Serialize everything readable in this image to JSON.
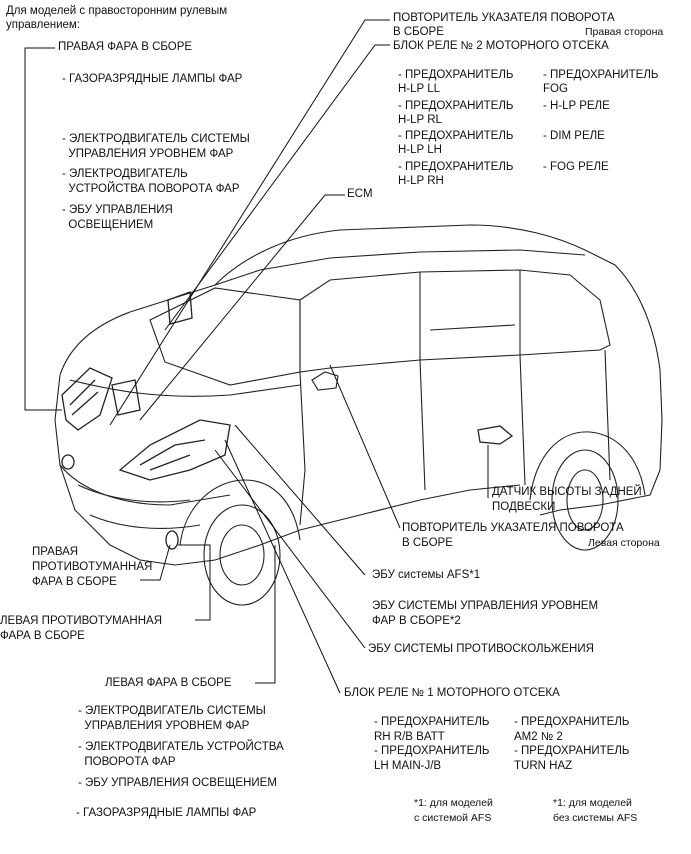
{
  "header": {
    "line1": "Для моделей с правосторонним рулевым",
    "line2": "управлением:"
  },
  "labels": {
    "right_headlamp": "ПРАВАЯ ФАРА В СБОРЕ",
    "right_discharge_lamps": "- ГАЗОРАЗРЯДНЫЕ ЛАМПЫ ФАР",
    "right_leveling_motor_1": "- ЭЛЕКТРОДВИГАТЕЛЬ СИСТЕМЫ",
    "right_leveling_motor_2": "  УПРАВЛЕНИЯ УРОВНЕМ ФАР",
    "right_swivel_motor_1": "- ЭЛЕКТРОДВИГАТЕЛЬ",
    "right_swivel_motor_2": "  УСТРОЙСТВА ПОВОРОТА ФАР",
    "right_lighting_ecu_1": "- ЭБУ УПРАВЛЕНИЯ",
    "right_lighting_ecu_2": "  ОСВЕЩЕНИЕМ",
    "turn_repeater_right_1": "ПОВТОРИТЕЛЬ УКАЗАТЕЛЯ ПОВОРОТА",
    "turn_repeater_right_2": "В СБОРЕ",
    "turn_repeater_right_side": "Правая сторона",
    "relay_block_2": "БЛОК РЕЛЕ № 2 МОТОРНОГО ОТСЕКА",
    "fuse_hlp_ll_1": "- ПРЕДОХРАНИТЕЛЬ",
    "fuse_hlp_ll_2": "H-LP LL",
    "fuse_fog_1": "- ПРЕДОХРАНИТЕЛЬ",
    "fuse_fog_2": "FOG",
    "fuse_hlp_rl_1": "- ПРЕДОХРАНИТЕЛЬ",
    "fuse_hlp_rl_2": "H-LP RL",
    "relay_hlp": "- H-LP РЕЛЕ",
    "fuse_hlp_lh_1": "- ПРЕДОХРАНИТЕЛЬ",
    "fuse_hlp_lh_2": "H-LP LH",
    "relay_dim": "- DIM РЕЛЕ",
    "fuse_hlp_rh_1": "- ПРЕДОХРАНИТЕЛЬ",
    "fuse_hlp_rh_2": "H-LP RH",
    "relay_fog": "- FOG РЕЛЕ",
    "ecm": "ECM",
    "rear_height_sensor_1": "ДАТЧИК ВЫСОТЫ ЗАДНЕЙ",
    "rear_height_sensor_2": "ПОДВЕСКИ",
    "turn_repeater_left_1": "ПОВТОРИТЕЛЬ УКАЗАТЕЛЯ ПОВОРОТА",
    "turn_repeater_left_2": "В СБОРЕ",
    "turn_repeater_left_side": "Левая сторона",
    "right_fog_1": "ПРАВАЯ",
    "right_fog_2": "ПРОТИВОТУМАННАЯ",
    "right_fog_3": "ФАРА В СБОРЕ",
    "afs_ecu": "ЭБУ системы AFS*1",
    "left_fog_1": "ЛЕВАЯ ПРОТИВОТУМАННАЯ",
    "left_fog_2": "ФАРА В СБОРЕ",
    "leveling_ecu_1": "ЭБУ СИСТЕМЫ УПРАВЛЕНИЯ УРОВНЕМ",
    "leveling_ecu_2": "ФАР В СБОРЕ*2",
    "skid_control_ecu": "ЭБУ СИСТЕМЫ ПРОТИВОСКОЛЬЖЕНИЯ",
    "left_headlamp": "ЛЕВАЯ ФАРА В СБОРЕ",
    "relay_block_1": "БЛОК РЕЛЕ № 1 МОТОРНОГО ОТСЕКА",
    "left_leveling_motor_1": "- ЭЛЕКТРОДВИГАТЕЛЬ СИСТЕМЫ",
    "left_leveling_motor_2": "  УПРАВЛЕНИЯ УРОВНЕМ ФАР",
    "left_swivel_motor_1": "- ЭЛЕКТРОДВИГАТЕЛЬ УСТРОЙСТВА",
    "left_swivel_motor_2": "  ПОВОРОТА ФАР",
    "left_lighting_ecu": "- ЭБУ УПРАВЛЕНИЯ ОСВЕЩЕНИЕМ",
    "left_discharge_lamps": "- ГАЗОРАЗРЯДНЫЕ ЛАМПЫ ФАР",
    "fuse_rh_rb_batt_1": "- ПРЕДОХРАНИТЕЛЬ",
    "fuse_rh_rb_batt_2": "RH R/B BATT",
    "fuse_am2_1": "- ПРЕДОХРАНИТЕЛЬ",
    "fuse_am2_2": "AM2 № 2",
    "fuse_lh_main_1": "- ПРЕДОХРАНИТЕЛЬ",
    "fuse_lh_main_2": "LH MAIN-J/B",
    "fuse_turn_haz_1": "- ПРЕДОХРАНИТЕЛЬ",
    "fuse_turn_haz_2": "TURN HAZ"
  },
  "footnotes": {
    "note1_line1": "*1: для моделей",
    "note1_line2": "с системой AFS",
    "note2_line1": "*1: для моделей",
    "note2_line2": "без системы AFS"
  }
}
